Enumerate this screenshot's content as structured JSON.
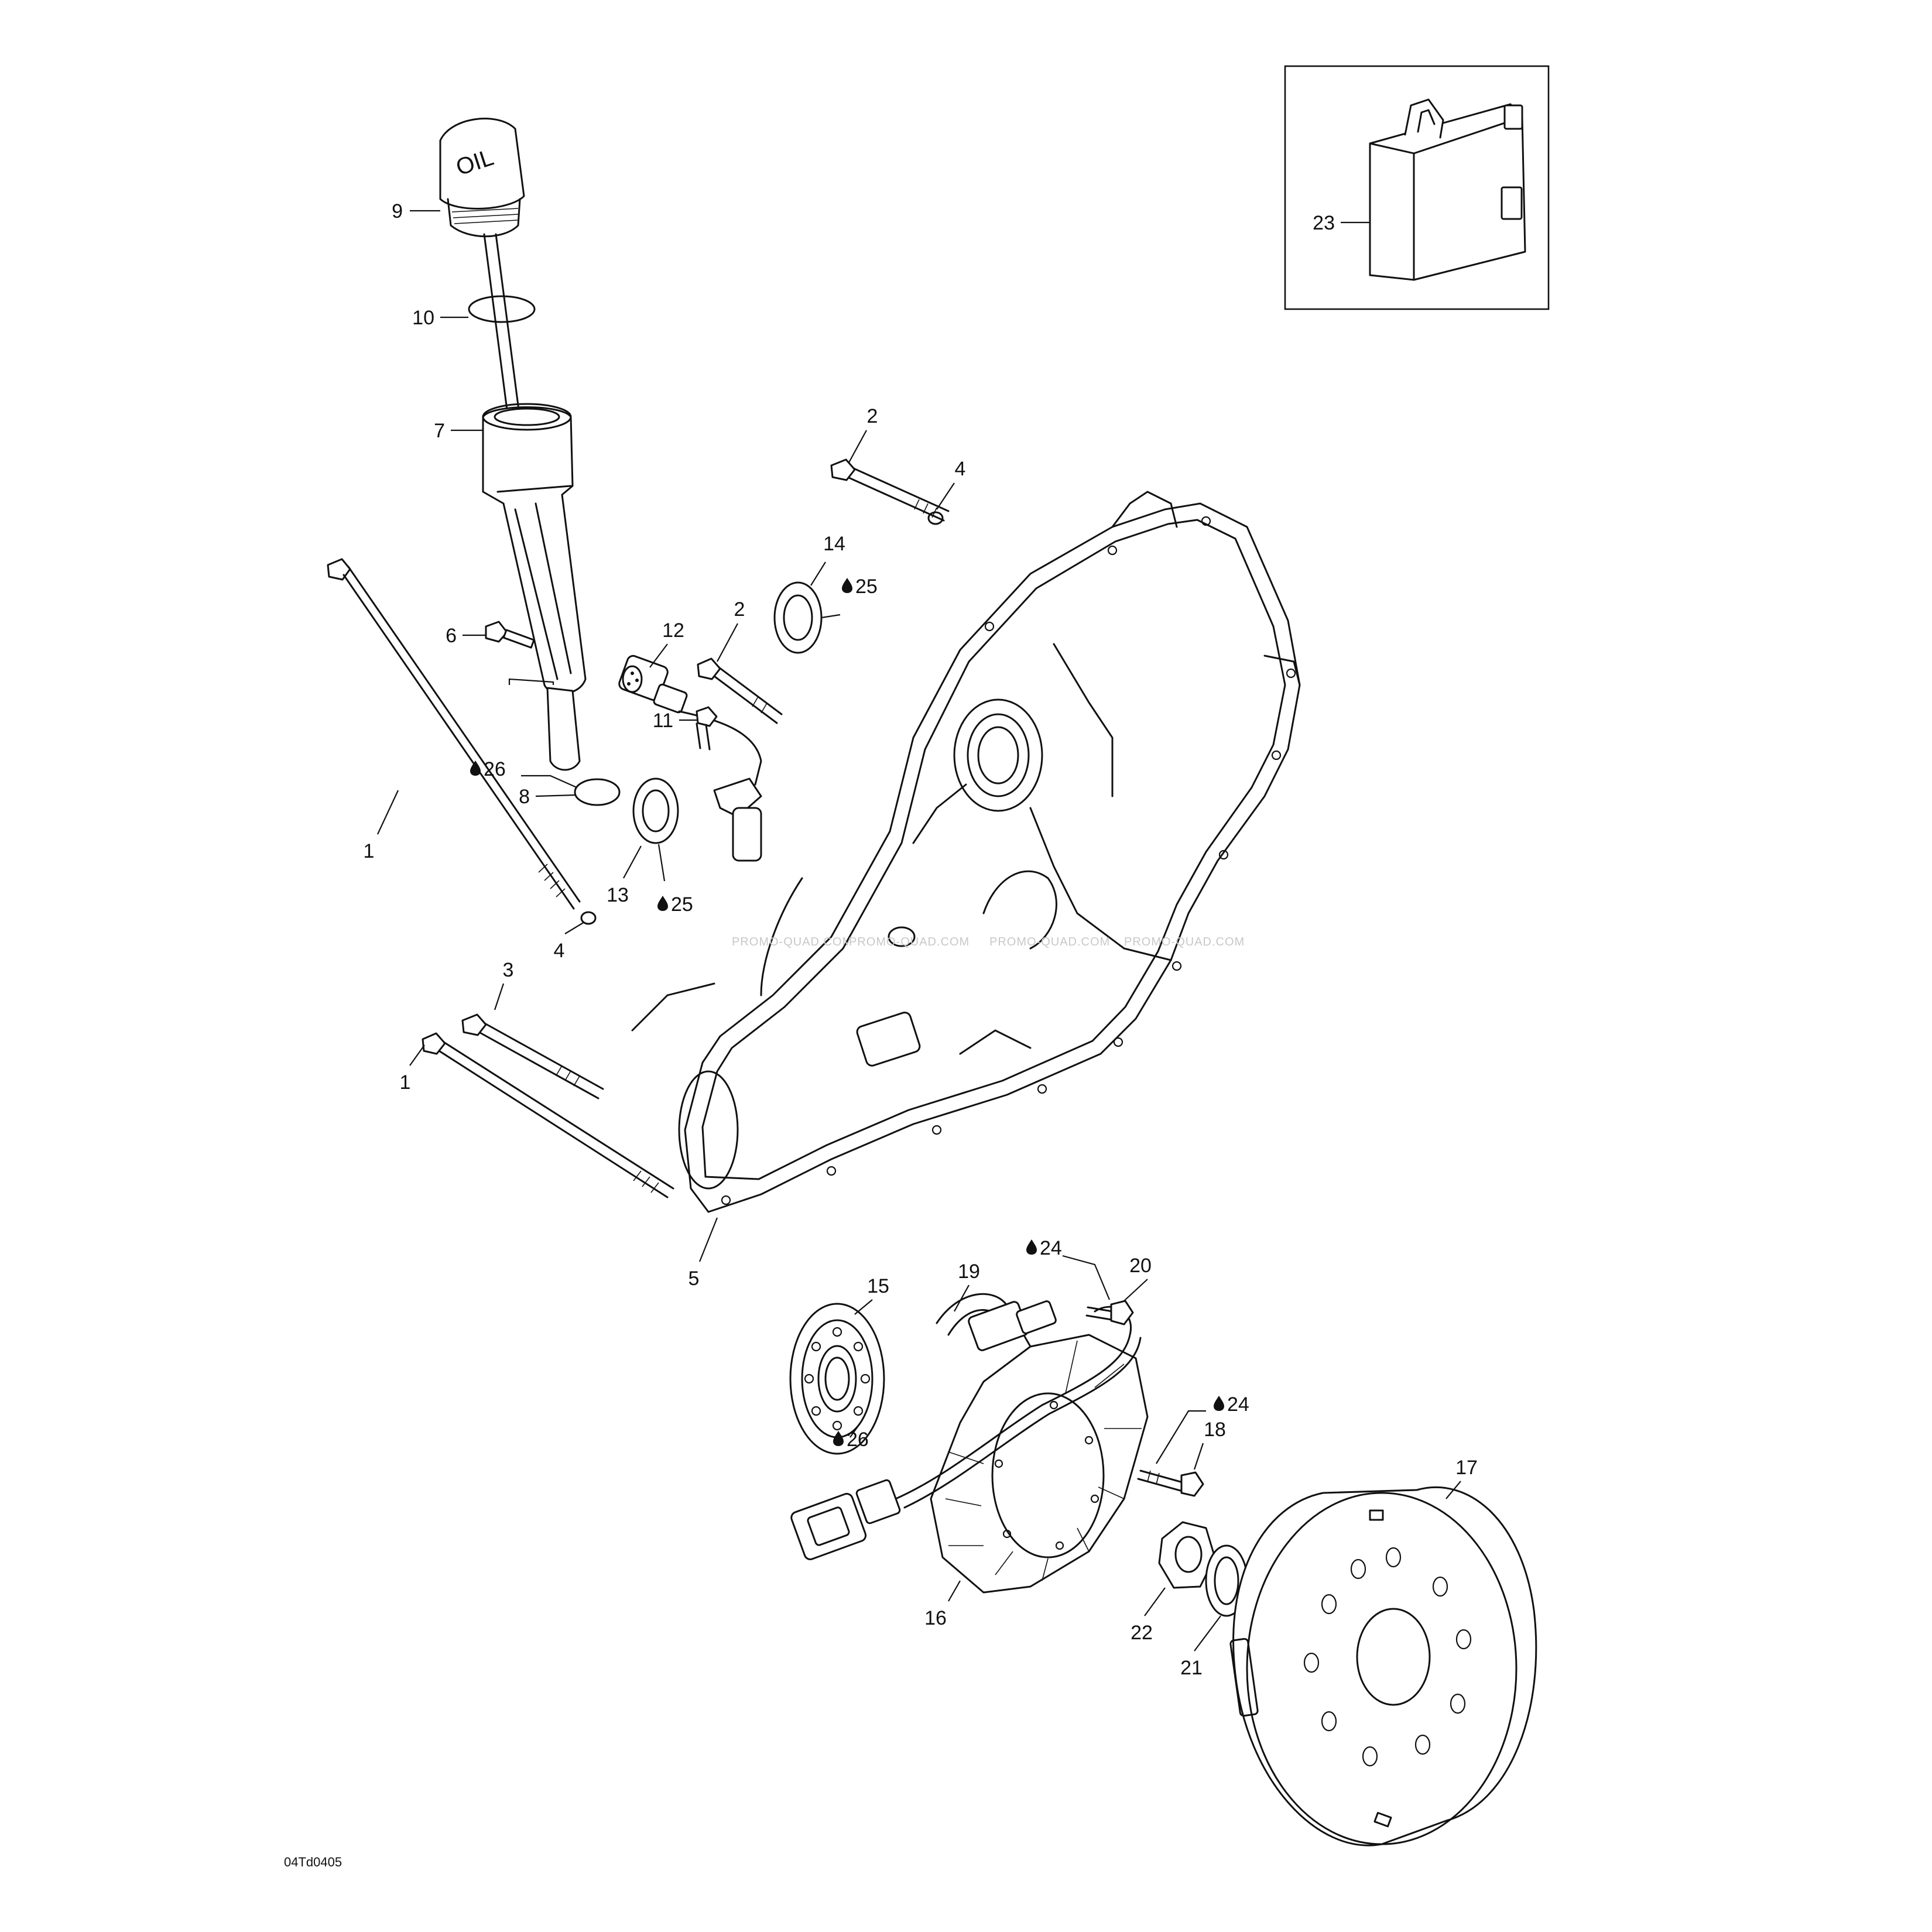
{
  "diagram": {
    "reference_code": "04Td0405",
    "watermark": "PROMO-QUAD.COM",
    "oil_cap_text": "OIL",
    "callouts": [
      {
        "id": "c9",
        "label": "9"
      },
      {
        "id": "c10",
        "label": "10"
      },
      {
        "id": "c7",
        "label": "7"
      },
      {
        "id": "c6",
        "label": "6"
      },
      {
        "id": "c26a",
        "label": "26"
      },
      {
        "id": "c8",
        "label": "8"
      },
      {
        "id": "c1a",
        "label": "1"
      },
      {
        "id": "c12",
        "label": "12"
      },
      {
        "id": "c11",
        "label": "11"
      },
      {
        "id": "c13",
        "label": "13"
      },
      {
        "id": "c25a",
        "label": "25"
      },
      {
        "id": "c4a",
        "label": "4"
      },
      {
        "id": "c3",
        "label": "3"
      },
      {
        "id": "c1b",
        "label": "1"
      },
      {
        "id": "c2a",
        "label": "2"
      },
      {
        "id": "c4b",
        "label": "4"
      },
      {
        "id": "c14",
        "label": "14"
      },
      {
        "id": "c25b",
        "label": "25"
      },
      {
        "id": "c2b",
        "label": "2"
      },
      {
        "id": "c5",
        "label": "5"
      },
      {
        "id": "c23",
        "label": "23"
      },
      {
        "id": "c15",
        "label": "15"
      },
      {
        "id": "c26b",
        "label": "26"
      },
      {
        "id": "c19",
        "label": "19"
      },
      {
        "id": "c24a",
        "label": "24"
      },
      {
        "id": "c20",
        "label": "20"
      },
      {
        "id": "c24b",
        "label": "24"
      },
      {
        "id": "c18",
        "label": "18"
      },
      {
        "id": "c16",
        "label": "16"
      },
      {
        "id": "c22",
        "label": "22"
      },
      {
        "id": "c21",
        "label": "21"
      },
      {
        "id": "c17",
        "label": "17"
      }
    ]
  }
}
